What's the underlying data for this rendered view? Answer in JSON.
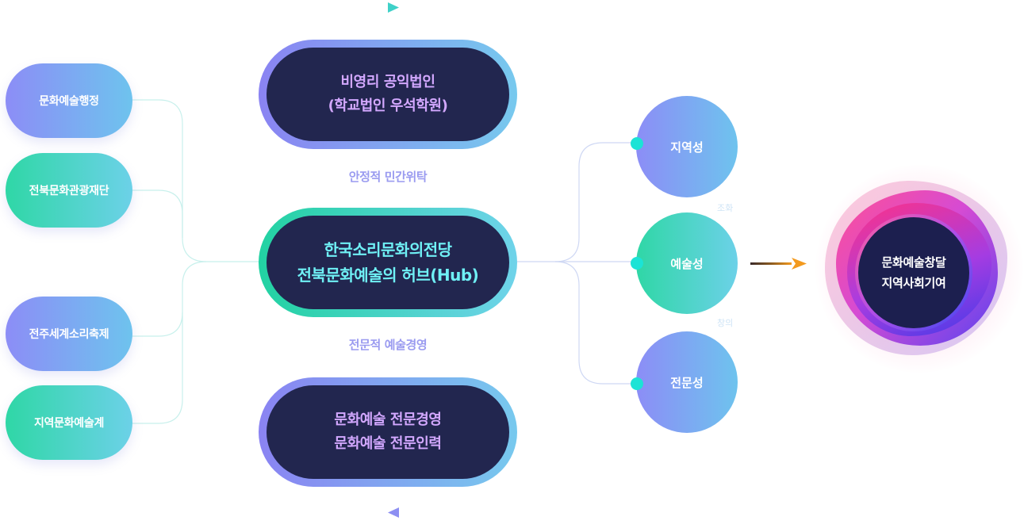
{
  "left_items": [
    {
      "label": "문화예술행정",
      "style": "purple"
    },
    {
      "label": "전북문화관광재단",
      "style": "green"
    },
    {
      "label": "전주세계소리축제",
      "style": "purple"
    },
    {
      "label": "지역문화예술계",
      "style": "green"
    }
  ],
  "center": {
    "top": {
      "line1": "비영리 공익법인",
      "line2": "(학교법인 우석학원)"
    },
    "label_upper": "안정적 민간위탁",
    "hub": {
      "line1": "한국소리문화의전당",
      "line2": "전북문화예술의 허브(Hub)"
    },
    "label_lower": "전문적 예술경영",
    "bottom": {
      "line1": "문화예술 전문경영",
      "line2": "문화예술 전문인력"
    }
  },
  "right_items": [
    {
      "label": "지역성"
    },
    {
      "label": "예술성"
    },
    {
      "label": "전문성"
    }
  ],
  "small_labels": {
    "upper": "조화",
    "lower": "창의"
  },
  "result": {
    "line1": "문화예술창달",
    "line2": "지역사회기여"
  },
  "colors": {
    "navy": "#22264f",
    "purple_text": "#d3a8ff",
    "hub_text": "#6ff0f5",
    "label_text": "#9a9bf0",
    "dot": "#1ce3d6",
    "arrow": "#f39a1e"
  }
}
